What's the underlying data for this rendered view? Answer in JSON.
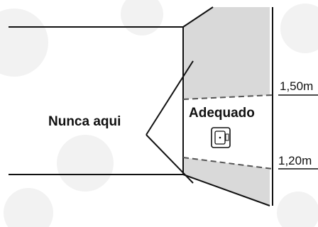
{
  "labels": {
    "never_here": "Nunca aqui",
    "adequate": "Adequado",
    "upper_height": "1,50m",
    "lower_height": "1,20m"
  },
  "icons": {
    "device": "wall-thermostat-icon"
  },
  "colors": {
    "wall_shade": "#d9d9d9",
    "line": "#111111",
    "dashed": "#555555",
    "background_pattern": "#f1f1f1"
  }
}
